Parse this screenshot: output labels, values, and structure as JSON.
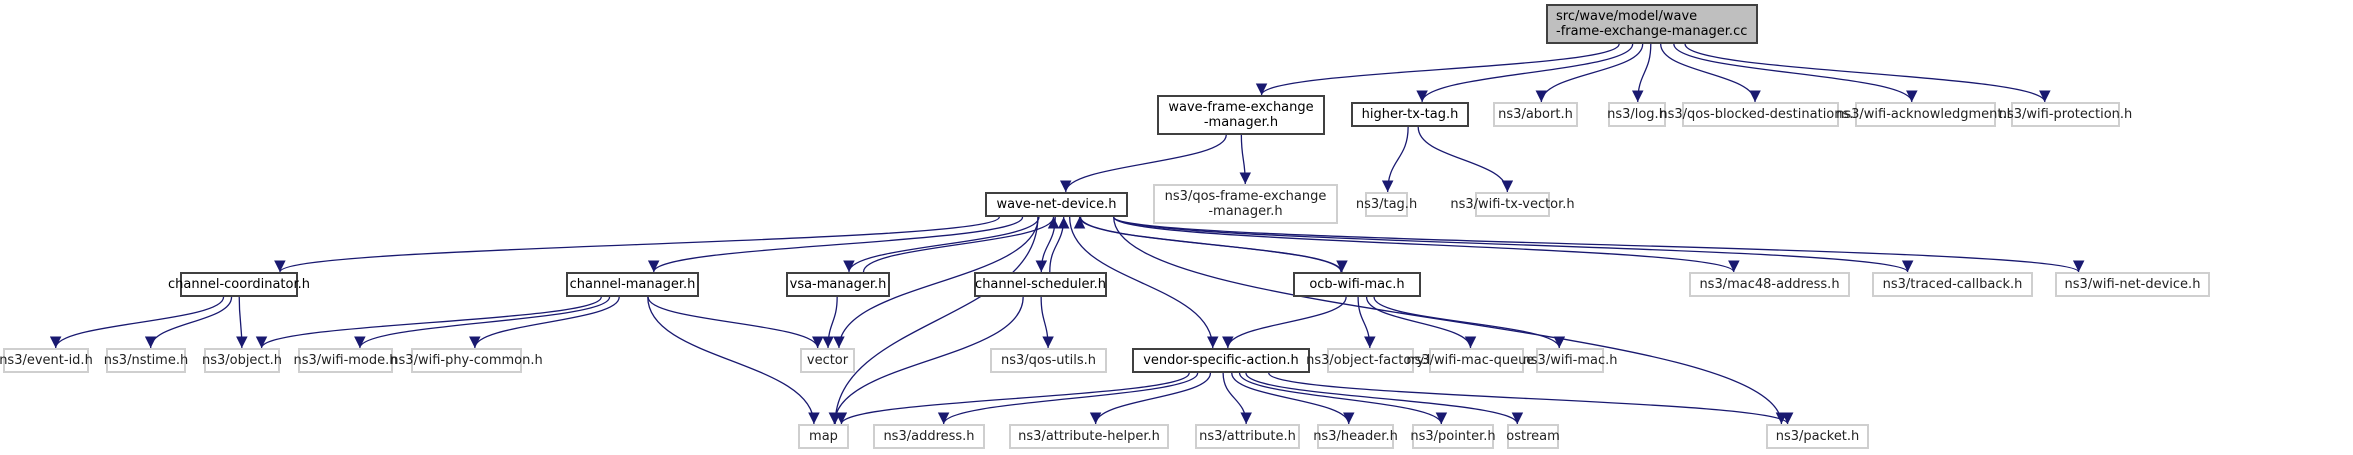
{
  "diagram": {
    "type": "include-dependency-graph",
    "edge_color": "#191970",
    "nodes": [
      {
        "id": "root",
        "label": "src/wave/model/wave\n-frame-exchange-manager.cc",
        "kind": "root"
      },
      {
        "id": "wfem_h",
        "label": "wave-frame-exchange\n-manager.h",
        "kind": "local"
      },
      {
        "id": "higher_tx_tag",
        "label": "higher-tx-tag.h",
        "kind": "local"
      },
      {
        "id": "abort",
        "label": "ns3/abort.h",
        "kind": "ext"
      },
      {
        "id": "log",
        "label": "ns3/log.h",
        "kind": "ext"
      },
      {
        "id": "qos_blocked",
        "label": "ns3/qos-blocked-destinations.h",
        "kind": "ext"
      },
      {
        "id": "wifi_ack",
        "label": "ns3/wifi-acknowledgment.h",
        "kind": "ext"
      },
      {
        "id": "wifi_prot",
        "label": "ns3/wifi-protection.h",
        "kind": "ext"
      },
      {
        "id": "wave_net_device",
        "label": "wave-net-device.h",
        "kind": "local"
      },
      {
        "id": "qos_fem",
        "label": "ns3/qos-frame-exchange\n-manager.h",
        "kind": "ext"
      },
      {
        "id": "tag",
        "label": "ns3/tag.h",
        "kind": "ext"
      },
      {
        "id": "wifi_tx_vector",
        "label": "ns3/wifi-tx-vector.h",
        "kind": "ext"
      },
      {
        "id": "channel_coord",
        "label": "channel-coordinator.h",
        "kind": "local"
      },
      {
        "id": "channel_mgr",
        "label": "channel-manager.h",
        "kind": "local"
      },
      {
        "id": "vsa_mgr",
        "label": "vsa-manager.h",
        "kind": "local"
      },
      {
        "id": "channel_sched",
        "label": "channel-scheduler.h",
        "kind": "local"
      },
      {
        "id": "ocb_wifi_mac",
        "label": "ocb-wifi-mac.h",
        "kind": "local"
      },
      {
        "id": "mac48",
        "label": "ns3/mac48-address.h",
        "kind": "ext"
      },
      {
        "id": "traced_cb",
        "label": "ns3/traced-callback.h",
        "kind": "ext"
      },
      {
        "id": "wifi_net_device",
        "label": "ns3/wifi-net-device.h",
        "kind": "ext"
      },
      {
        "id": "event_id",
        "label": "ns3/event-id.h",
        "kind": "ext"
      },
      {
        "id": "nstime",
        "label": "ns3/nstime.h",
        "kind": "ext"
      },
      {
        "id": "object",
        "label": "ns3/object.h",
        "kind": "ext"
      },
      {
        "id": "wifi_mode",
        "label": "ns3/wifi-mode.h",
        "kind": "ext"
      },
      {
        "id": "wifi_phy_common",
        "label": "ns3/wifi-phy-common.h",
        "kind": "ext"
      },
      {
        "id": "vector",
        "label": "vector",
        "kind": "ext"
      },
      {
        "id": "qos_utils",
        "label": "ns3/qos-utils.h",
        "kind": "ext"
      },
      {
        "id": "vsa",
        "label": "vendor-specific-action.h",
        "kind": "local"
      },
      {
        "id": "object_factory",
        "label": "ns3/object-factory.h",
        "kind": "ext"
      },
      {
        "id": "wifi_mac_queue",
        "label": "ns3/wifi-mac-queue.h",
        "kind": "ext"
      },
      {
        "id": "wifi_mac",
        "label": "ns3/wifi-mac.h",
        "kind": "ext"
      },
      {
        "id": "map",
        "label": "map",
        "kind": "ext"
      },
      {
        "id": "address",
        "label": "ns3/address.h",
        "kind": "ext"
      },
      {
        "id": "attr_helper",
        "label": "ns3/attribute-helper.h",
        "kind": "ext"
      },
      {
        "id": "attribute",
        "label": "ns3/attribute.h",
        "kind": "ext"
      },
      {
        "id": "header",
        "label": "ns3/header.h",
        "kind": "ext"
      },
      {
        "id": "pointer",
        "label": "ns3/pointer.h",
        "kind": "ext"
      },
      {
        "id": "ostream",
        "label": "ostream",
        "kind": "ext"
      },
      {
        "id": "packet",
        "label": "ns3/packet.h",
        "kind": "ext"
      }
    ],
    "edges": [
      [
        "root",
        "wfem_h"
      ],
      [
        "root",
        "higher_tx_tag"
      ],
      [
        "root",
        "abort"
      ],
      [
        "root",
        "log"
      ],
      [
        "root",
        "qos_blocked"
      ],
      [
        "root",
        "wifi_ack"
      ],
      [
        "root",
        "wifi_prot"
      ],
      [
        "wfem_h",
        "wave_net_device"
      ],
      [
        "wfem_h",
        "qos_fem"
      ],
      [
        "higher_tx_tag",
        "tag"
      ],
      [
        "higher_tx_tag",
        "wifi_tx_vector"
      ],
      [
        "wave_net_device",
        "channel_coord"
      ],
      [
        "wave_net_device",
        "channel_mgr"
      ],
      [
        "wave_net_device",
        "vsa_mgr"
      ],
      [
        "wave_net_device",
        "channel_sched"
      ],
      [
        "wave_net_device",
        "ocb_wifi_mac"
      ],
      [
        "wave_net_device",
        "mac48"
      ],
      [
        "wave_net_device",
        "traced_cb"
      ],
      [
        "wave_net_device",
        "wifi_net_device"
      ],
      [
        "wave_net_device",
        "vector"
      ],
      [
        "wave_net_device",
        "map"
      ],
      [
        "wave_net_device",
        "vsa"
      ],
      [
        "wave_net_device",
        "packet"
      ],
      [
        "vsa_mgr",
        "wave_net_device"
      ],
      [
        "channel_sched",
        "wave_net_device"
      ],
      [
        "ocb_wifi_mac",
        "wave_net_device"
      ],
      [
        "channel_coord",
        "event_id"
      ],
      [
        "channel_coord",
        "nstime"
      ],
      [
        "channel_coord",
        "object"
      ],
      [
        "channel_mgr",
        "object"
      ],
      [
        "channel_mgr",
        "wifi_mode"
      ],
      [
        "channel_mgr",
        "wifi_phy_common"
      ],
      [
        "channel_mgr",
        "vector"
      ],
      [
        "channel_mgr",
        "map"
      ],
      [
        "vsa_mgr",
        "vector"
      ],
      [
        "channel_sched",
        "qos_utils"
      ],
      [
        "channel_sched",
        "map"
      ],
      [
        "ocb_wifi_mac",
        "vsa"
      ],
      [
        "ocb_wifi_mac",
        "object_factory"
      ],
      [
        "ocb_wifi_mac",
        "wifi_mac_queue"
      ],
      [
        "ocb_wifi_mac",
        "wifi_mac"
      ],
      [
        "vsa",
        "map"
      ],
      [
        "vsa",
        "address"
      ],
      [
        "vsa",
        "attr_helper"
      ],
      [
        "vsa",
        "attribute"
      ],
      [
        "vsa",
        "header"
      ],
      [
        "vsa",
        "pointer"
      ],
      [
        "vsa",
        "ostream"
      ],
      [
        "vsa",
        "packet"
      ]
    ]
  }
}
